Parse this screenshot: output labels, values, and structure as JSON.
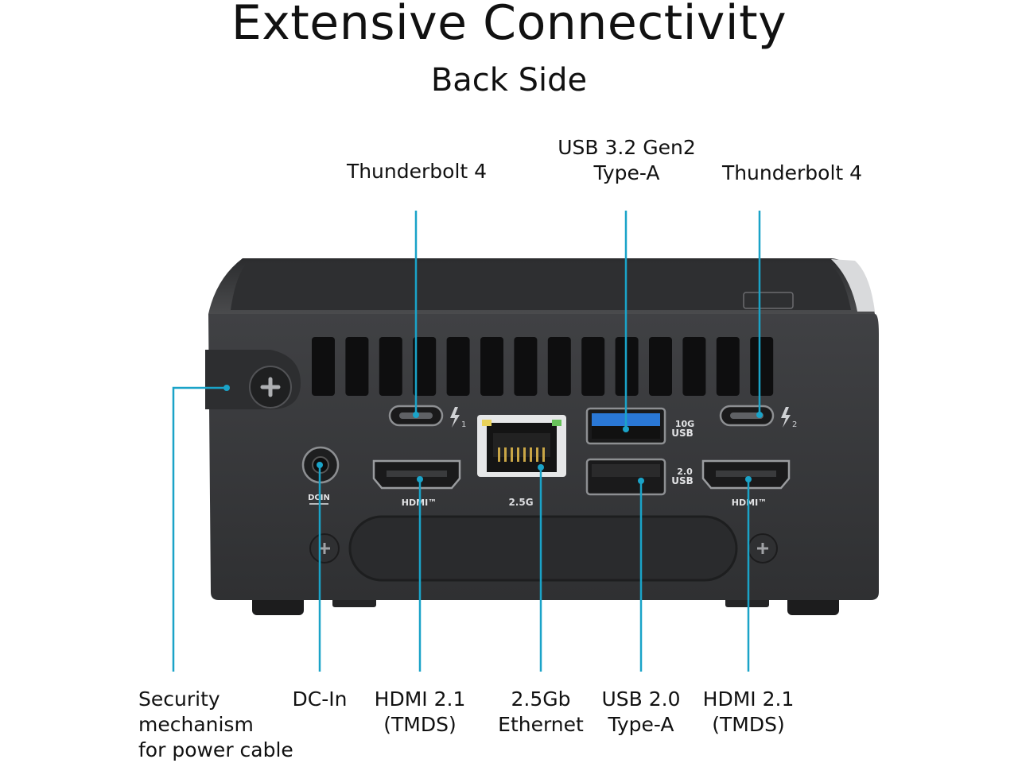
{
  "title": "Extensive Connectivity",
  "subtitle": "Back Side",
  "top_labels": {
    "tb_left": "Thunderbolt  4",
    "usb32_line1": "USB 3.2 Gen2",
    "usb32_line2": "Type-A",
    "tb_right": "Thunderbolt  4"
  },
  "bottom_labels": {
    "security_line1": "Security",
    "security_line2": "mechanism",
    "security_line3": "for power cable",
    "dcin": "DC-In",
    "hdmi_left_line1": "HDMI 2.1",
    "hdmi_left_line2": "(TMDS)",
    "eth_line1": "2.5Gb",
    "eth_line2": "Ethernet",
    "usb20_line1": "USB 2.0",
    "usb20_line2": "Type-A",
    "hdmi_right_line1": "HDMI 2.1",
    "hdmi_right_line2": "(TMDS)"
  },
  "device_markings": {
    "usb_10g_a": "10G",
    "usb_10g_b": "USB",
    "usb_20_a": "2.0",
    "usb_20_b": "USB",
    "eth_speed": "2.5G",
    "dcin": "DCIN",
    "hdmi_logo": "HDMI™",
    "tb_num_1": "1",
    "tb_num_2": "2"
  },
  "colors": {
    "callout": "#1aa3c8",
    "chassis": "#3a3b3d",
    "usb3_blue": "#2a78d6"
  }
}
